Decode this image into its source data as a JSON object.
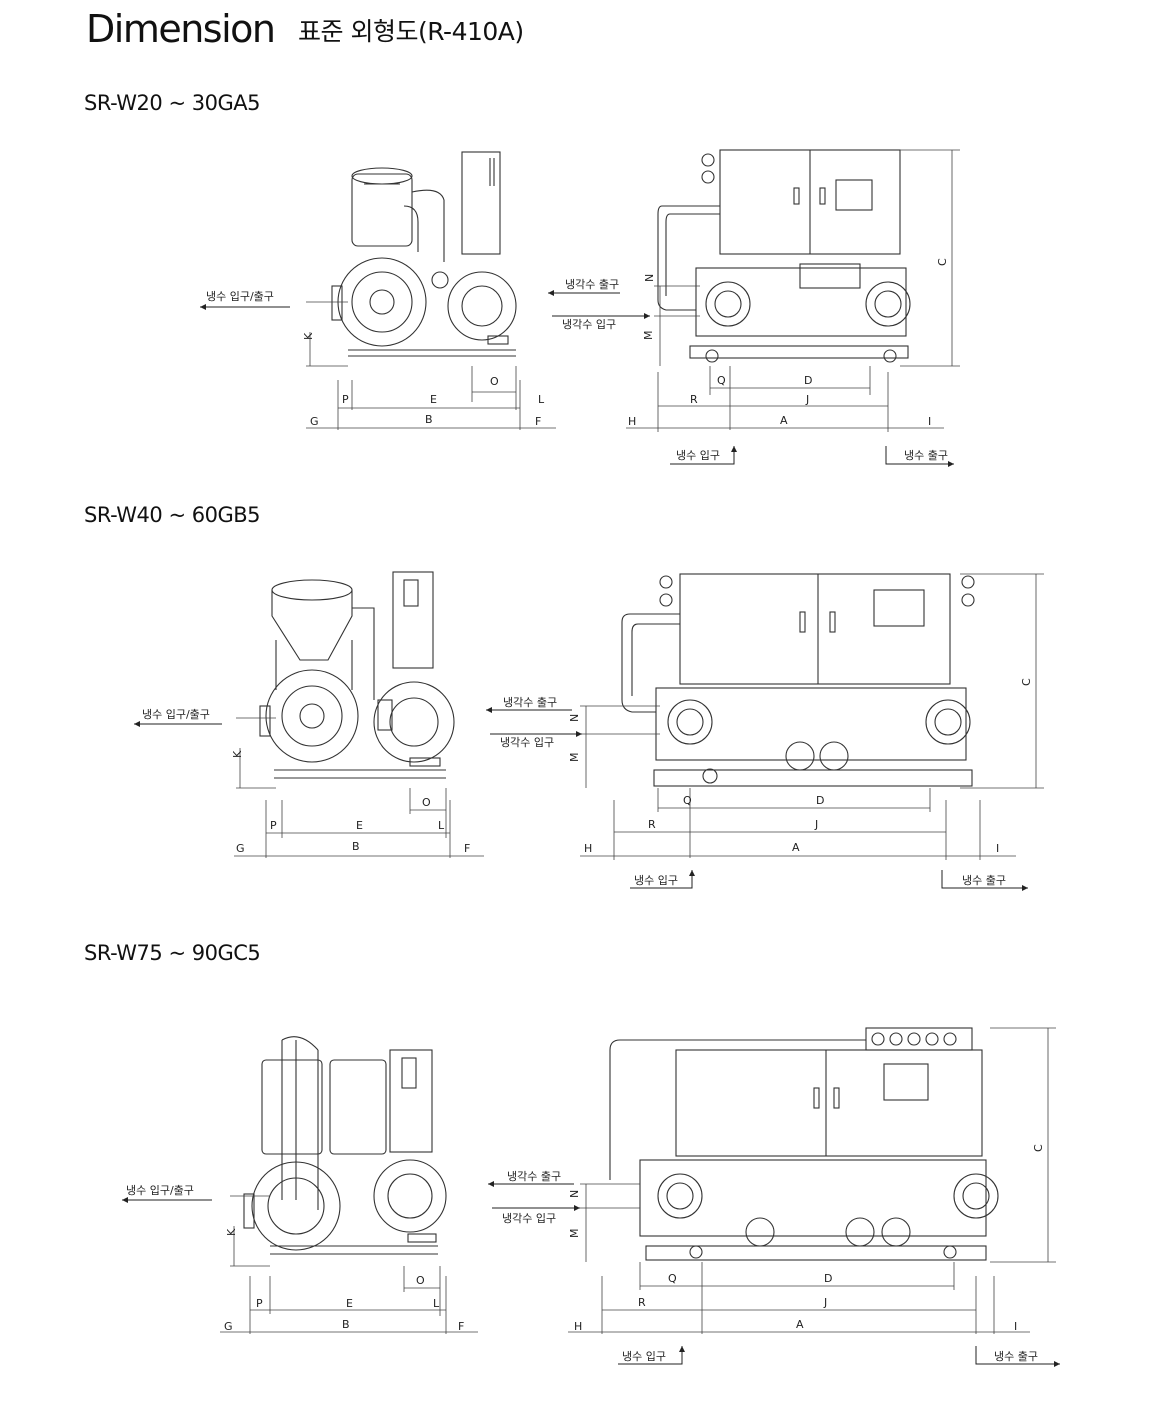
{
  "header": {
    "title": "Dimension",
    "subtitle": "표준 외형도(R-410A)"
  },
  "models": [
    {
      "name": "SR-W20 ~ 30GA5"
    },
    {
      "name": "SR-W40 ~ 60GB5"
    },
    {
      "name": "SR-W75 ~ 90GC5"
    }
  ],
  "labels": {
    "water_in_out": "냉수 입구/출구",
    "coolant_out": "냉각수 출구",
    "coolant_in": "냉각수 입구",
    "water_in": "냉수 입구",
    "water_out": "냉수 출구"
  },
  "dims": {
    "A": "A",
    "B": "B",
    "C": "C",
    "D": "D",
    "E": "E",
    "F": "F",
    "G": "G",
    "H": "H",
    "I": "I",
    "J": "J",
    "K": "K",
    "L": "L",
    "M": "M",
    "N": "N",
    "O": "O",
    "P": "P",
    "Q": "Q",
    "R": "R"
  }
}
